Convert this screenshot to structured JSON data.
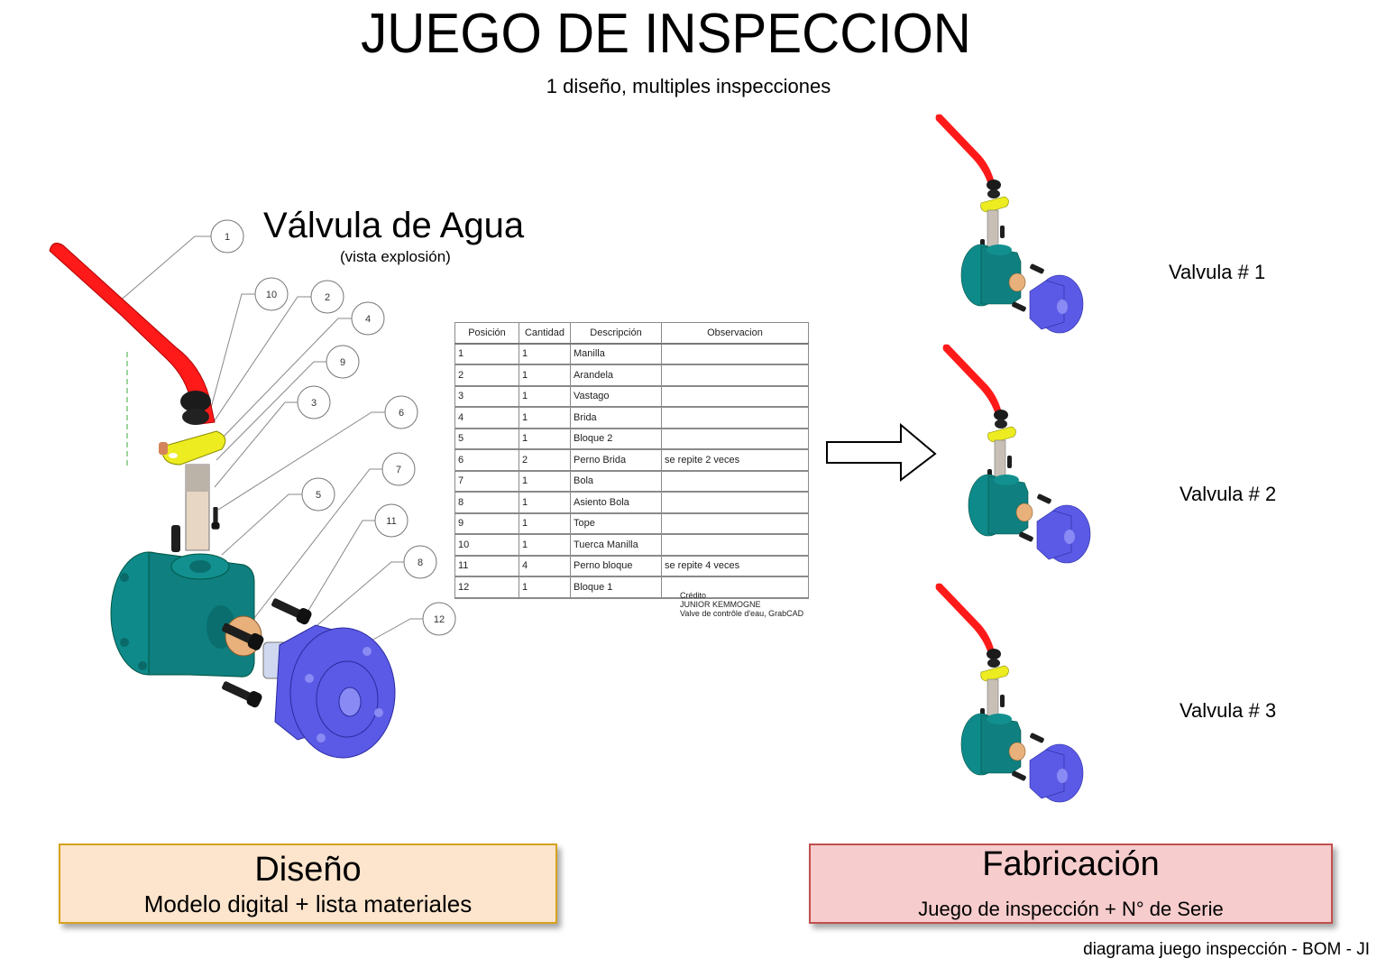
{
  "header": {
    "title": "JUEGO DE INSPECCION",
    "subtitle": "1 diseño, multiples inspecciones"
  },
  "drawing": {
    "title": "Válvula de Agua",
    "subtitle": "(vista explosión)",
    "balloons": [
      "1",
      "10",
      "2",
      "4",
      "9",
      "3",
      "6",
      "5",
      "7",
      "11",
      "8",
      "12"
    ]
  },
  "bom": {
    "headers": [
      "Posición",
      "Cantidad",
      "Descripción",
      "Observacion"
    ],
    "rows": [
      [
        "1",
        "1",
        "Manilla",
        ""
      ],
      [
        "2",
        "1",
        "Arandela",
        ""
      ],
      [
        "3",
        "1",
        "Vastago",
        ""
      ],
      [
        "4",
        "1",
        "Brida",
        ""
      ],
      [
        "5",
        "1",
        "Bloque 2",
        ""
      ],
      [
        "6",
        "2",
        "Perno Brida",
        "se repite 2 veces"
      ],
      [
        "7",
        "1",
        "Bola",
        ""
      ],
      [
        "8",
        "1",
        "Asiento Bola",
        ""
      ],
      [
        "9",
        "1",
        "Tope",
        ""
      ],
      [
        "10",
        "1",
        "Tuerca Manilla",
        ""
      ],
      [
        "11",
        "4",
        "Perno bloque",
        "se repite 4 veces"
      ],
      [
        "12",
        "1",
        "Bloque 1",
        ""
      ]
    ],
    "credit": [
      "Crédito",
      "JUNIOR KEMMOGNE",
      "Valve de contrôle d'eau, GrabCAD"
    ]
  },
  "instances": [
    {
      "label": "Valvula # 1"
    },
    {
      "label": "Valvula # 2"
    },
    {
      "label": "Valvula # 3"
    }
  ],
  "boxes": {
    "design": {
      "title": "Diseño",
      "subtitle": "Modelo digital + lista materiales"
    },
    "fabrication": {
      "title": "Fabricación",
      "subtitle": "Juego de inspección + N° de Serie"
    }
  },
  "footer": "diagrama juego inspección - BOM - JI",
  "colors": {
    "handle": "#ff1a1a",
    "body": "#0f8a8a",
    "flange": "#5a5ae6",
    "washer": "#f0f020",
    "ball": "#e8b07a",
    "design_box_bg": "#fde4cc",
    "design_box_border": "#d6a21e",
    "fab_box_bg": "#f6cccc",
    "fab_box_border": "#c0504d"
  }
}
